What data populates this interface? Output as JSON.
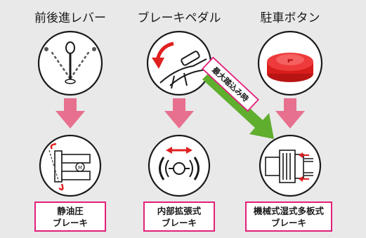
{
  "columns": [
    {
      "title": "前後進レバー",
      "icon": "lever-icon",
      "result_line1": "静油圧",
      "result_line2": "ブレーキ",
      "result_icon": "hydrostatic-brake-icon"
    },
    {
      "title": "ブレーキペダル",
      "icon": "brake-pedal-icon",
      "result_line1": "内部拡張式",
      "result_line2": "ブレーキ",
      "result_icon": "internal-expanding-brake-icon"
    },
    {
      "title": "駐車ボタン",
      "icon": "parking-button-icon",
      "result_line1": "機械式湿式多板式",
      "result_line2": "ブレーキ",
      "result_icon": "wet-multi-disc-brake-icon"
    }
  ],
  "diagonal_label": "最大踏込み時",
  "colors": {
    "background": "#e9e9e9",
    "pink_arrow": "#e8708f",
    "pink_border": "#e2207a",
    "green_arrow": "#5fae2e",
    "red": "#e02020",
    "parking_red": "#d81c1c"
  }
}
